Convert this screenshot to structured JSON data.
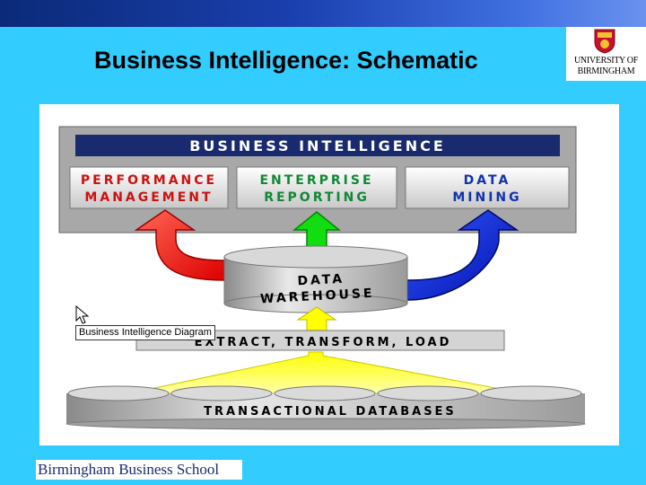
{
  "slide": {
    "title": "Business Intelligence: Schematic",
    "school": "Birmingham Business School",
    "university_line1": "UNIVERSITY OF",
    "university_line2": "BIRMINGHAM"
  },
  "diagram": {
    "header": "BUSINESS INTELLIGENCE",
    "modules": [
      {
        "line1": "PERFORMANCE",
        "line2": "MANAGEMENT",
        "text_color": "#cc1111",
        "arrow_color": "#ee1111"
      },
      {
        "line1": "ENTERPRISE",
        "line2": "REPORTING",
        "text_color": "#118833",
        "arrow_color": "#11dd11"
      },
      {
        "line1": "DATA",
        "line2": "MINING",
        "text_color": "#1133aa",
        "arrow_color": "#1133ee"
      }
    ],
    "warehouse_line1": "DATA",
    "warehouse_line2": "WAREHOUSE",
    "etl": "EXTRACT, TRANSFORM, LOAD",
    "databases": "TRANSACTIONAL DATABASES",
    "tooltip": "Business Intelligence Diagram"
  },
  "colors": {
    "background": "#33ccff",
    "header_bar": "#1a2a6e",
    "arrow_yellow": "#ffff00"
  }
}
